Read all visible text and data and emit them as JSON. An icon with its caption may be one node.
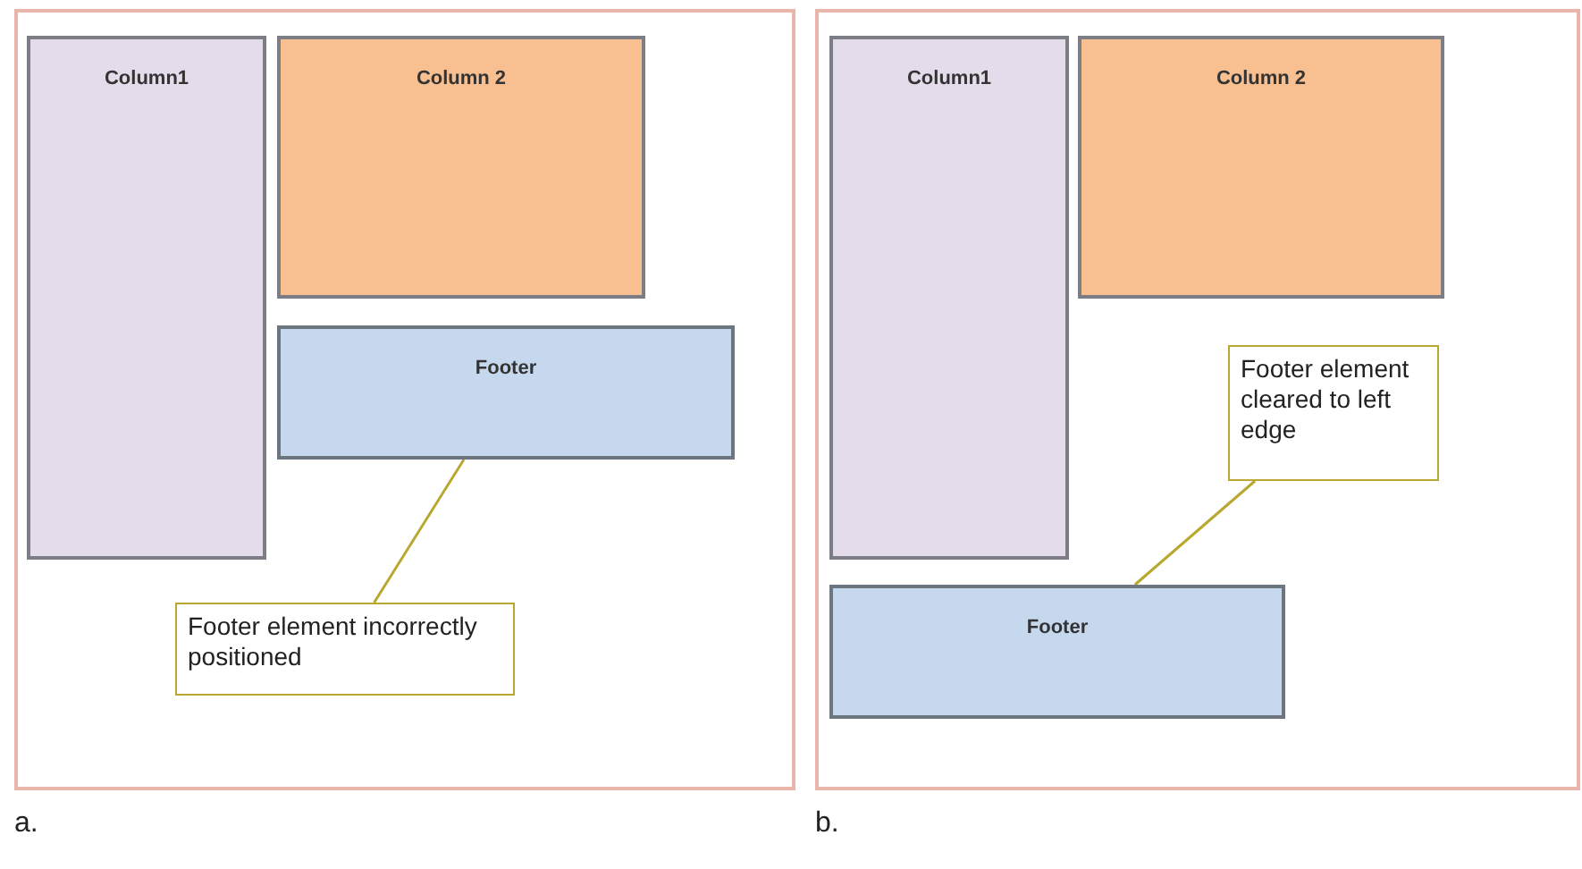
{
  "diagram": {
    "nodes": [
      {
        "text": [],
        "shape": "box"
      },
      {
        "text": [
          "Column1"
        ],
        "in": 0
      },
      {
        "text": [
          "Column 2"
        ],
        "in": 0
      },
      {
        "text": [
          "Footer"
        ],
        "in": 0
      },
      {
        "text": [
          "Footer element incorrectly positioned"
        ],
        "in": 0
      },
      {
        "text": [],
        "shape": "box"
      },
      {
        "text": [
          "Column1"
        ],
        "in": 5
      },
      {
        "text": [
          "Column 2"
        ],
        "in": 5
      },
      {
        "text": [
          "Footer"
        ],
        "in": 5
      },
      {
        "text": [
          "Footer element cleared to left edge"
        ],
        "in": 5
      }
    ],
    "edges": [
      {
        "from": 4,
        "to": 3,
        "arrow": "none"
      },
      {
        "from": 9,
        "to": 8,
        "arrow": "none"
      }
    ],
    "labels": [
      "a.",
      "b."
    ]
  }
}
